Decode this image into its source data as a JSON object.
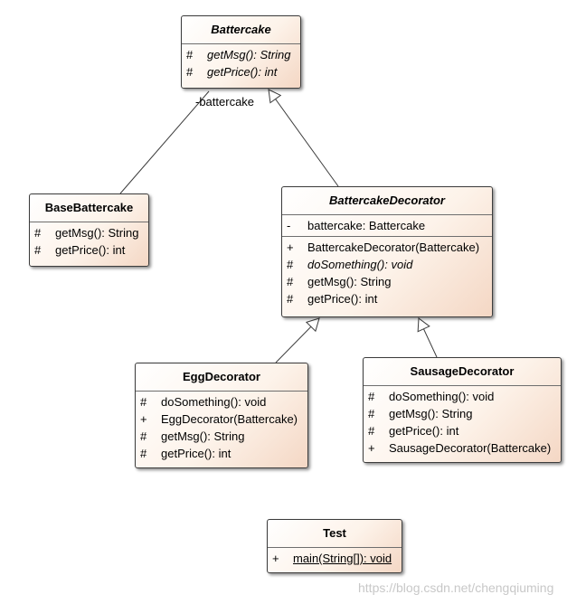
{
  "classes": {
    "battercake": {
      "name": "Battercake",
      "operations": [
        {
          "vis": "#",
          "sig": "getMsg(): String"
        },
        {
          "vis": "#",
          "sig": "getPrice(): int"
        }
      ]
    },
    "base_battercake": {
      "name": "BaseBattercake",
      "operations": [
        {
          "vis": "#",
          "sig": "getMsg(): String"
        },
        {
          "vis": "#",
          "sig": "getPrice(): int"
        }
      ]
    },
    "battercake_decorator": {
      "name": "BattercakeDecorator",
      "attributes": [
        {
          "vis": "-",
          "sig": "battercake: Battercake"
        }
      ],
      "operations": [
        {
          "vis": "+",
          "sig": "BattercakeDecorator(Battercake)"
        },
        {
          "vis": "#",
          "sig": "doSomething(): void"
        },
        {
          "vis": "#",
          "sig": "getMsg(): String"
        },
        {
          "vis": "#",
          "sig": "getPrice(): int"
        }
      ]
    },
    "egg_decorator": {
      "name": "EggDecorator",
      "operations": [
        {
          "vis": "#",
          "sig": "doSomething(): void"
        },
        {
          "vis": "+",
          "sig": "EggDecorator(Battercake)"
        },
        {
          "vis": "#",
          "sig": "getMsg(): String"
        },
        {
          "vis": "#",
          "sig": "getPrice(): int"
        }
      ]
    },
    "sausage_decorator": {
      "name": "SausageDecorator",
      "operations": [
        {
          "vis": "#",
          "sig": "doSomething(): void"
        },
        {
          "vis": "#",
          "sig": "getMsg(): String"
        },
        {
          "vis": "#",
          "sig": "getPrice(): int"
        },
        {
          "vis": "+",
          "sig": "SausageDecorator(Battercake)"
        }
      ]
    },
    "test": {
      "name": "Test",
      "operations": [
        {
          "vis": "+",
          "sig": "main(String[]): void"
        }
      ]
    }
  },
  "association_label": "-battercake",
  "watermark": "https://blog.csdn.net/chengqiuming"
}
